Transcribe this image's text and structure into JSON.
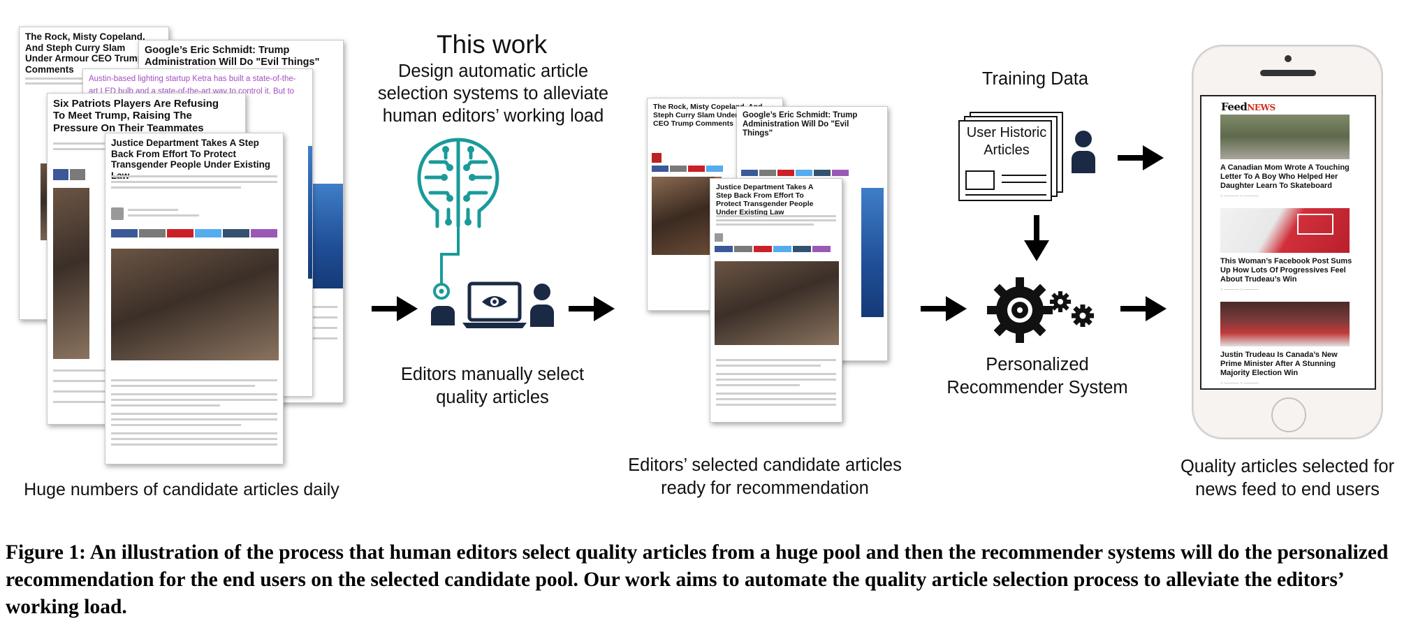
{
  "labels": {
    "pool": "Huge numbers of candidate articles daily",
    "this_work": "This work",
    "design": "Design automatic article selection systems to alleviate human editors’ working load",
    "editors_manual": "Editors manually select quality articles",
    "selected_candidates": "Editors’ selected candidate articles ready for recommendation",
    "training_data": "Training Data",
    "user_historic": "User Historic Articles",
    "recommender": "Personalized Recommender System",
    "quality_feed": "Quality articles selected for news feed to end users"
  },
  "articles": {
    "rock": "The Rock, Misty Copeland, And Steph Curry Slam Under Armour CEO Trump Comments",
    "schmidt": "Google’s Eric Schmidt: Trump Administration Will Do \"Evil Things\"",
    "ketra": "Austin-based lighting startup Ketra has built a state-of-the-art LED bulb and a state-of-the-art way to control it. But to sell its smart lighting, it first had to",
    "patriots": "Six Patriots Players Are Refusing To Meet Trump, Raising The Pressure On Their Teammates",
    "justice": "Justice Department Takes A Step Back From Effort To Protect Transgender People Under Existing Law"
  },
  "phone": {
    "brand_feed": "Feed",
    "brand_news": "NEWS",
    "items": [
      {
        "title": "A Canadian Mom Wrote A Touching Letter To A Boy Who Helped Her Daughter Learn To Skateboard"
      },
      {
        "title": "This Woman’s Facebook Post Sums Up How Lots Of Progressives Feel About Trudeau’s Win"
      },
      {
        "title": "Justin Trudeau Is Canada’s New Prime Minister After A Stunning Majority Election Win"
      }
    ]
  },
  "caption": "Figure 1: An illustration of the process that human editors select quality articles from a huge pool and then the recommender systems will do the personalized recommendation for the end users on the selected candidate pool. Our work aims to automate the quality article selection process to alleviate the editors’ working load.",
  "colors": {
    "teal": "#1a9a9a",
    "navy": "#1a2a44",
    "news_red": "#d52b1e",
    "purple_link": "#a44dc4"
  },
  "icons": [
    "circuit-brain-icon",
    "person-icon",
    "laptop-eye-icon",
    "gear-icon",
    "document-stack-icon",
    "smartphone-icon",
    "arrow-right-icon",
    "arrow-down-icon"
  ]
}
